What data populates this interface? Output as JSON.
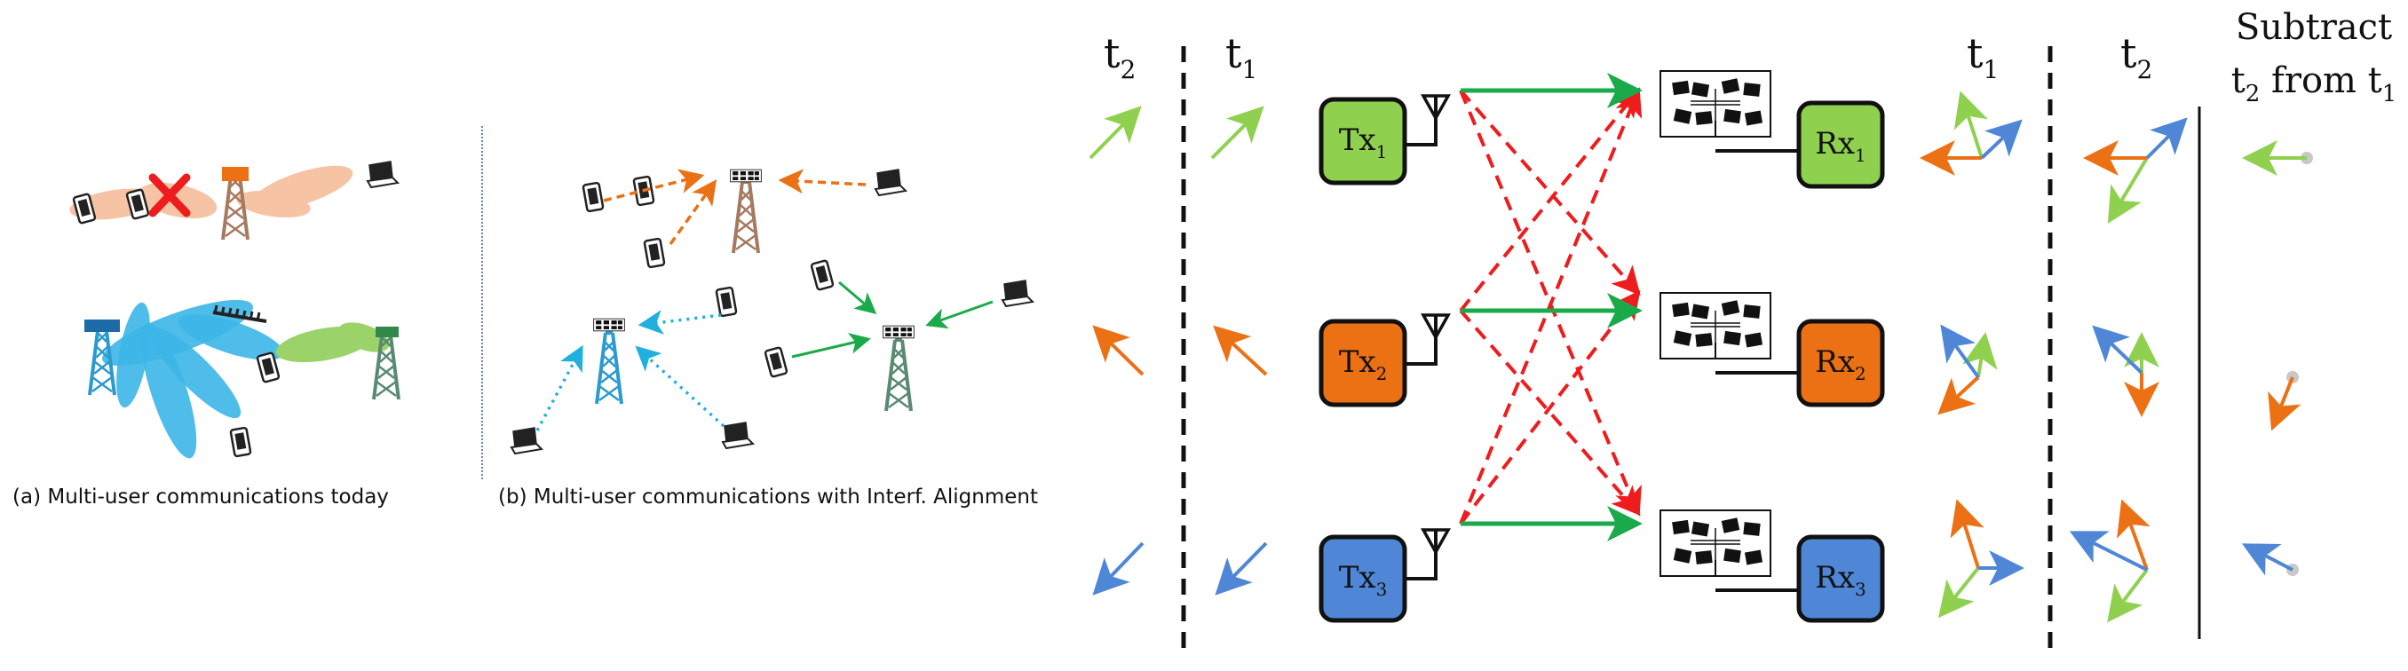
{
  "captions": {
    "a": "(a) Multi-user communications today",
    "b": "(b) Multi-user communications with Interf. Alignment"
  },
  "time_labels": {
    "left_t2": "t",
    "left_t2_sub": "2",
    "left_t1": "t",
    "left_t1_sub": "1",
    "right_t1": "t",
    "right_t1_sub": "1",
    "right_t2": "t",
    "right_t2_sub": "2"
  },
  "subtract": {
    "line1": "Subtract",
    "line2_t": "t",
    "line2_sub": "2",
    "line2_mid": " from t",
    "line2_sub2": "1"
  },
  "transmitters": [
    {
      "base": "Tx",
      "sub": "1",
      "color": "#8fd14f"
    },
    {
      "base": "Tx",
      "sub": "2",
      "color": "#ec7014"
    },
    {
      "base": "Tx",
      "sub": "3",
      "color": "#4f87d6"
    }
  ],
  "receivers": [
    {
      "base": "Rx",
      "sub": "1",
      "color": "#8fd14f"
    },
    {
      "base": "Rx",
      "sub": "2",
      "color": "#ec7014"
    },
    {
      "base": "Rx",
      "sub": "3",
      "color": "#4f87d6"
    }
  ],
  "colors": {
    "green": "#8fd14f",
    "orange": "#ec7014",
    "blue": "#4f87d6",
    "link_green": "#1aaa4a",
    "interference_red": "#ee1c1c",
    "cyan": "#1fb0e0",
    "tower_gray": "#7d7d7d"
  }
}
